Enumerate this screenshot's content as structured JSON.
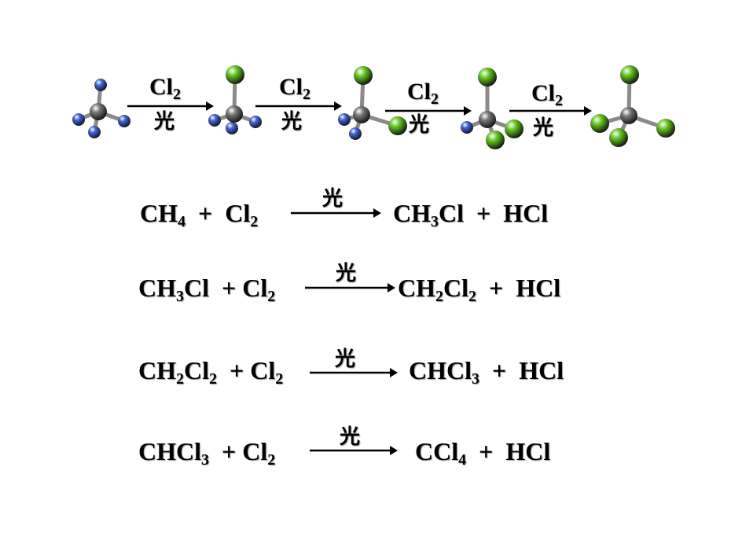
{
  "colors": {
    "carbon": "#7a7a7a",
    "hydrogen": "#4466dd",
    "chlorine": "#66cc22",
    "text": "#000000"
  },
  "molecule_row": {
    "molecules": [
      {
        "name": "CH4",
        "cl_count": 0
      },
      {
        "name": "CH3Cl",
        "cl_count": 1
      },
      {
        "name": "CH2Cl2",
        "cl_count": 2
      },
      {
        "name": "CHCl3",
        "cl_count": 3
      },
      {
        "name": "CCl4",
        "cl_count": 4
      }
    ],
    "arrows": [
      {
        "reagent": "Cl",
        "reagent_sub": "2",
        "condition": "光"
      },
      {
        "reagent": "Cl",
        "reagent_sub": "2",
        "condition": "光"
      },
      {
        "reagent": "Cl",
        "reagent_sub": "2",
        "condition": "光"
      },
      {
        "reagent": "Cl",
        "reagent_sub": "2",
        "condition": "光"
      }
    ]
  },
  "equations": [
    {
      "reactants": [
        {
          "t": "CH"
        },
        {
          "s": "4"
        },
        {
          "t": "  +  Cl"
        },
        {
          "s": "2"
        }
      ],
      "condition": "光",
      "products": [
        {
          "t": "CH"
        },
        {
          "s": "3"
        },
        {
          "t": "Cl  +  HCl"
        }
      ]
    },
    {
      "reactants": [
        {
          "t": "CH"
        },
        {
          "s": "3"
        },
        {
          "t": "Cl  + Cl"
        },
        {
          "s": "2"
        }
      ],
      "condition": "光",
      "products": [
        {
          "t": "CH"
        },
        {
          "s": "2"
        },
        {
          "t": "Cl"
        },
        {
          "s": "2"
        },
        {
          "t": "  +  HCl"
        }
      ]
    },
    {
      "reactants": [
        {
          "t": "CH"
        },
        {
          "s": "2"
        },
        {
          "t": "Cl"
        },
        {
          "s": "2"
        },
        {
          "t": "  + Cl"
        },
        {
          "s": "2"
        }
      ],
      "condition": "光",
      "products": [
        {
          "t": "CHCl"
        },
        {
          "s": "3"
        },
        {
          "t": "  +  HCl"
        }
      ]
    },
    {
      "reactants": [
        {
          "t": "CHCl"
        },
        {
          "s": "3"
        },
        {
          "t": "  + Cl"
        },
        {
          "s": "2"
        }
      ],
      "condition": "光",
      "products": [
        {
          "t": "CCl"
        },
        {
          "s": "4"
        },
        {
          "t": "  +  HCl"
        }
      ]
    }
  ]
}
